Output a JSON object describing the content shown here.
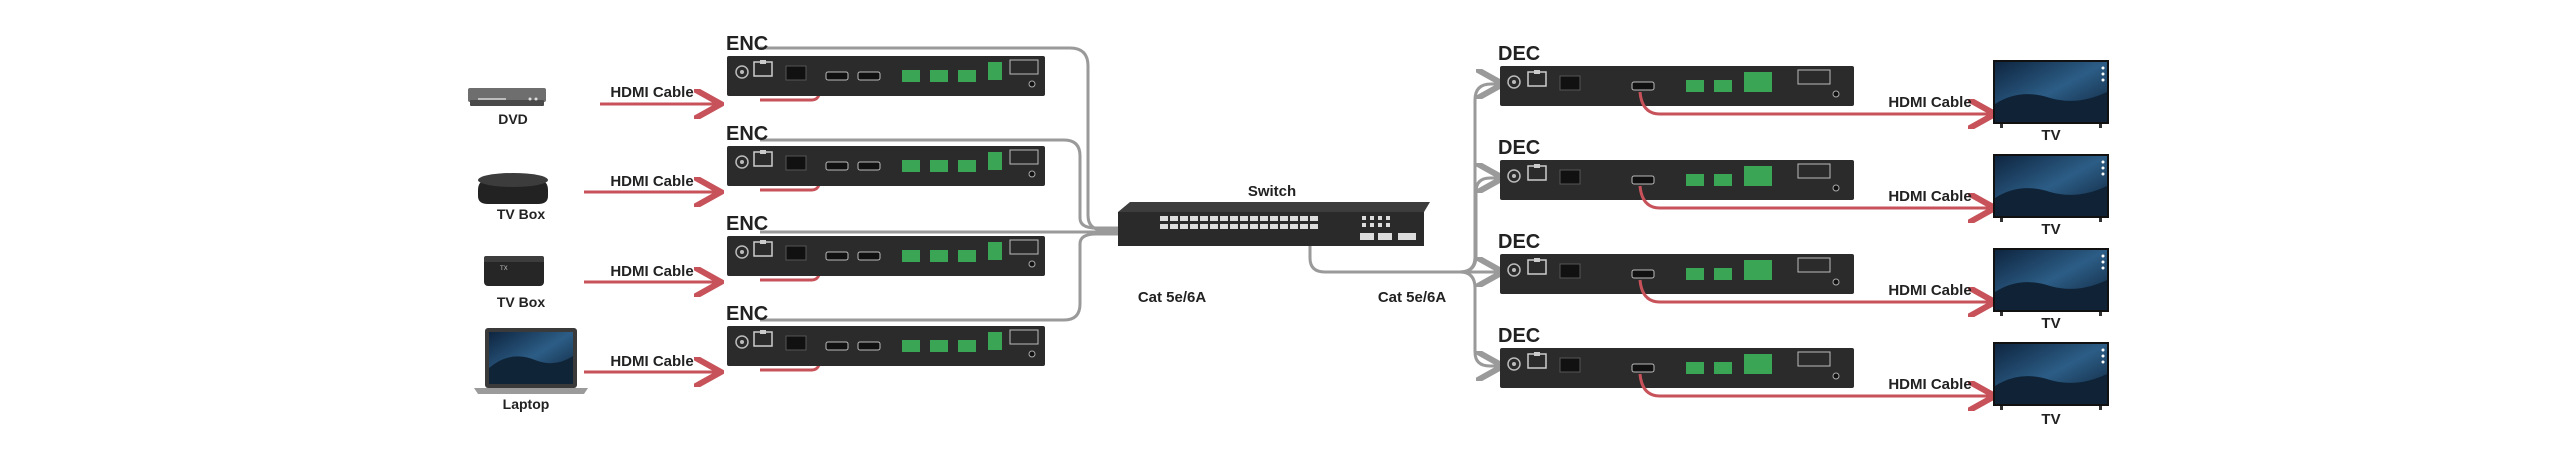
{
  "colors": {
    "hdmi": "#c7525a",
    "cat": "#9a9a9a",
    "device": "#2b2b2b",
    "port_green": "#3aa655",
    "screen": "#1b3a5c"
  },
  "sources": [
    {
      "label": "DVD",
      "icon": "dvd-player-icon",
      "cable": "HDMI Cable"
    },
    {
      "label": "TV Box",
      "icon": "tv-box-icon",
      "cable": "HDMI Cable"
    },
    {
      "label": "TV Box",
      "icon": "tv-box-icon",
      "cable": "HDMI Cable"
    },
    {
      "label": "Laptop",
      "icon": "laptop-icon",
      "cable": "HDMI Cable"
    }
  ],
  "encoders": [
    "ENC",
    "ENC",
    "ENC",
    "ENC"
  ],
  "switch": {
    "label": "Switch"
  },
  "cat_left": "Cat  5e/6A",
  "cat_right": "Cat  5e/6A",
  "decoders": [
    "DEC",
    "DEC",
    "DEC",
    "DEC"
  ],
  "displays": [
    {
      "label": "TV",
      "cable": "HDMI Cable"
    },
    {
      "label": "TV",
      "cable": "HDMI Cable"
    },
    {
      "label": "TV",
      "cable": "HDMI Cable"
    },
    {
      "label": "TV",
      "cable": "HDMI Cable"
    }
  ]
}
